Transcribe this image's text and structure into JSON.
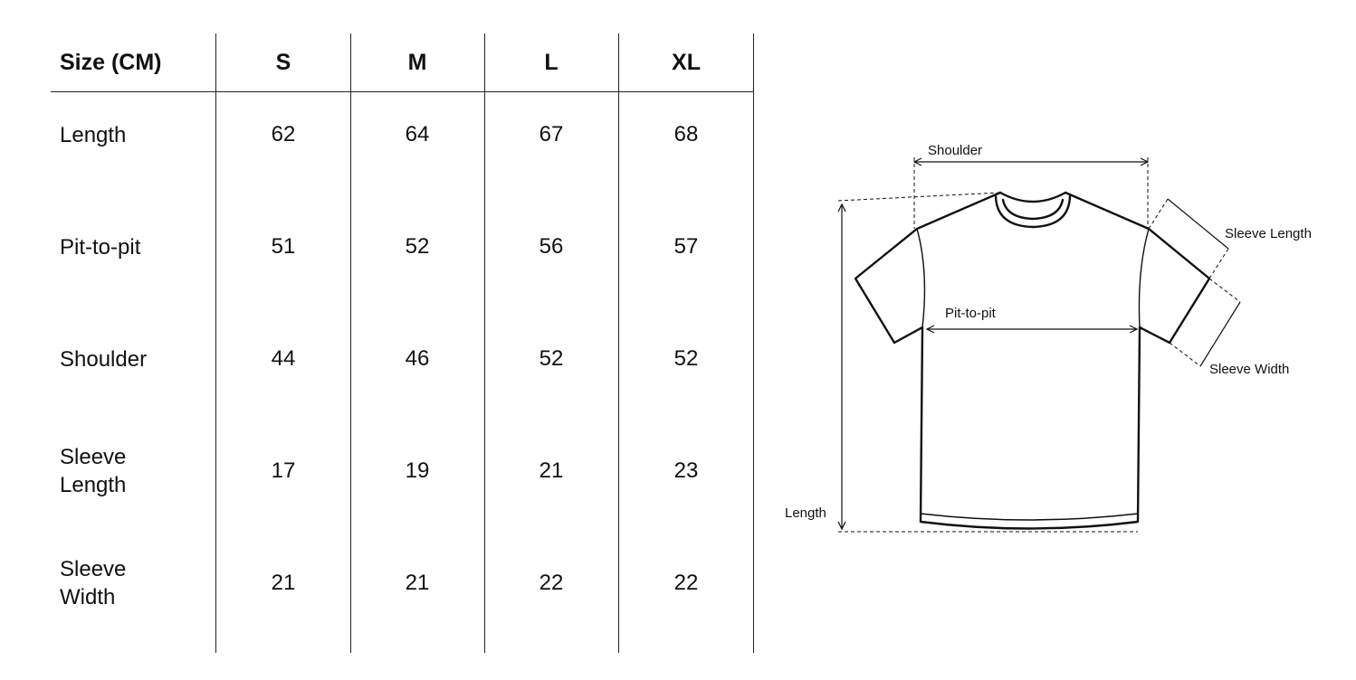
{
  "table": {
    "header": [
      "Size (CM)",
      "S",
      "M",
      "L",
      "XL"
    ],
    "rows": [
      {
        "label": "Length",
        "values": [
          "62",
          "64",
          "67",
          "68"
        ]
      },
      {
        "label": "Pit-to-pit",
        "values": [
          "51",
          "52",
          "56",
          "57"
        ]
      },
      {
        "label": "Shoulder",
        "values": [
          "44",
          "46",
          "52",
          "52"
        ]
      },
      {
        "label": "Sleeve\nLength",
        "values": [
          "17",
          "19",
          "21",
          "23"
        ]
      },
      {
        "label": "Sleeve\nWidth",
        "values": [
          "21",
          "21",
          "22",
          "22"
        ]
      }
    ]
  },
  "diagram": {
    "shoulder_label": "Shoulder",
    "sleeve_length_label": "Sleeve Length",
    "pit_to_pit_label": "Pit-to-pit",
    "sleeve_width_label": "Sleeve Width",
    "length_label": "Length"
  }
}
